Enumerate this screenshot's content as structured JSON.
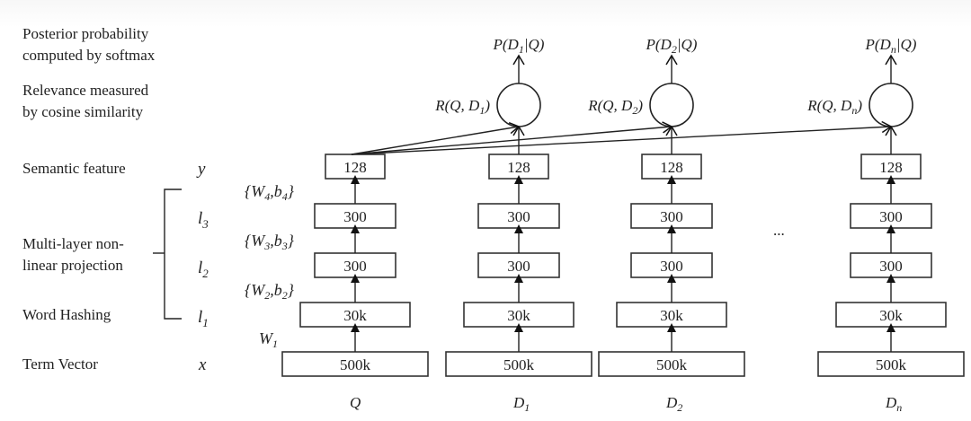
{
  "left_labels": {
    "posterior": [
      "Posterior probability",
      "computed by softmax"
    ],
    "relevance": [
      "Relevance measured",
      "by cosine similarity"
    ],
    "semantic_feature": "Semantic feature",
    "multilayer": [
      "Multi-layer non-",
      "linear projection"
    ],
    "word_hashing": "Word Hashing",
    "term_vector": "Term Vector"
  },
  "layer_vars": {
    "y": "y",
    "l3": {
      "base": "l",
      "sub": "3"
    },
    "l2": {
      "base": "l",
      "sub": "2"
    },
    "l1": {
      "base": "l",
      "sub": "1"
    },
    "x": "x"
  },
  "weights": [
    {
      "id": "w4",
      "text": "{W",
      "sub1": "4",
      "mid": ",b",
      "sub2": "4",
      "end": "}"
    },
    {
      "id": "w3",
      "text": "{W",
      "sub1": "3",
      "mid": ",b",
      "sub2": "3",
      "end": "}"
    },
    {
      "id": "w2",
      "text": "{W",
      "sub1": "2",
      "mid": ",b",
      "sub2": "2",
      "end": "}"
    },
    {
      "id": "w1",
      "text": "W",
      "sub1": "1",
      "mid": "",
      "sub2": "",
      "end": ""
    }
  ],
  "layers": [
    "128",
    "300",
    "300",
    "30k",
    "500k"
  ],
  "columns": [
    {
      "name": "Q",
      "sub": "",
      "has_output": false
    },
    {
      "name": "D",
      "sub": "1",
      "has_output": true,
      "r_label": "R(Q, D",
      "r_sub": "1",
      "p_label": "P(D",
      "p_sub": "1",
      "p_end": "|Q)"
    },
    {
      "name": "D",
      "sub": "2",
      "has_output": true,
      "r_label": "R(Q, D",
      "r_sub": "2",
      "p_label": "P(D",
      "p_sub": "2",
      "p_end": "|Q)"
    },
    {
      "name": "D",
      "sub": "n",
      "has_output": true,
      "r_label": "R(Q, D",
      "r_sub": "n",
      "p_label": "P(D",
      "p_sub": "n",
      "p_end": "|Q)"
    }
  ],
  "ellipsis": "..."
}
